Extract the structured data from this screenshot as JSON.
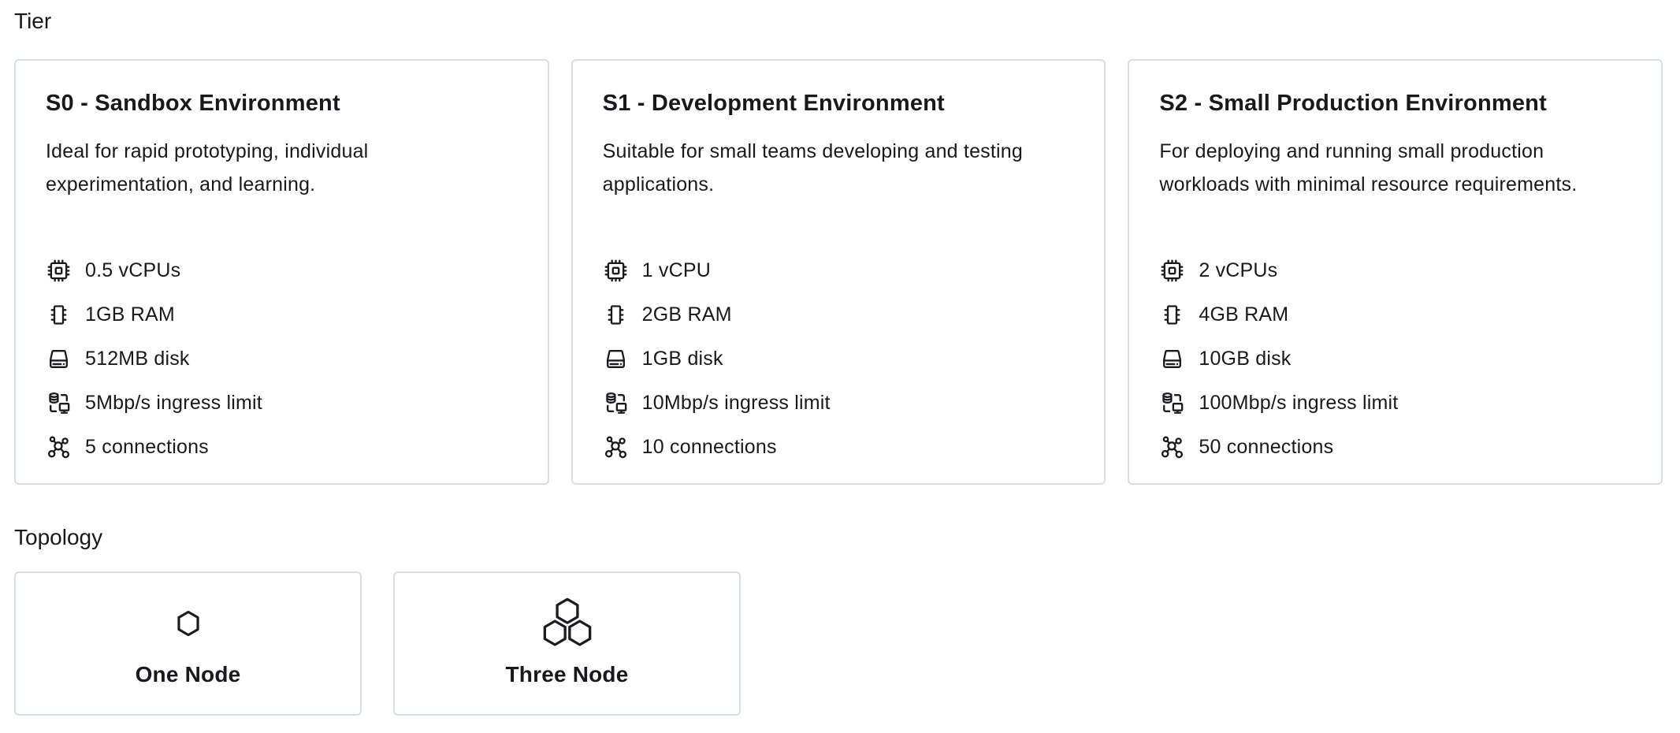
{
  "tier": {
    "label": "Tier",
    "cards": [
      {
        "title": "S0 - Sandbox Environment",
        "description": "Ideal for rapid prototyping, individual experimentation, and learning.",
        "specs": [
          {
            "icon": "cpu-icon",
            "label": "0.5 vCPUs"
          },
          {
            "icon": "ram-icon",
            "label": "1GB RAM"
          },
          {
            "icon": "disk-icon",
            "label": "512MB disk"
          },
          {
            "icon": "ingress-icon",
            "label": "5Mbp/s ingress limit"
          },
          {
            "icon": "connections-icon",
            "label": "5 connections"
          }
        ]
      },
      {
        "title": "S1 - Development Environment",
        "description": "Suitable for small teams developing and testing applications.",
        "specs": [
          {
            "icon": "cpu-icon",
            "label": "1 vCPU"
          },
          {
            "icon": "ram-icon",
            "label": "2GB RAM"
          },
          {
            "icon": "disk-icon",
            "label": "1GB disk"
          },
          {
            "icon": "ingress-icon",
            "label": "10Mbp/s ingress limit"
          },
          {
            "icon": "connections-icon",
            "label": "10 connections"
          }
        ]
      },
      {
        "title": "S2 - Small Production Environment",
        "description": "For deploying and running small production workloads with minimal resource requirements.",
        "specs": [
          {
            "icon": "cpu-icon",
            "label": "2 vCPUs"
          },
          {
            "icon": "ram-icon",
            "label": "4GB RAM"
          },
          {
            "icon": "disk-icon",
            "label": "10GB disk"
          },
          {
            "icon": "ingress-icon",
            "label": "100Mbp/s ingress limit"
          },
          {
            "icon": "connections-icon",
            "label": "50 connections"
          }
        ]
      }
    ]
  },
  "topology": {
    "label": "Topology",
    "options": [
      {
        "icon": "one-node-icon",
        "label": "One Node"
      },
      {
        "icon": "three-node-icon",
        "label": "Three Node"
      }
    ]
  },
  "colors": {
    "card_border": "#d6dfe5",
    "text": "#17191c",
    "background": "#ffffff"
  }
}
